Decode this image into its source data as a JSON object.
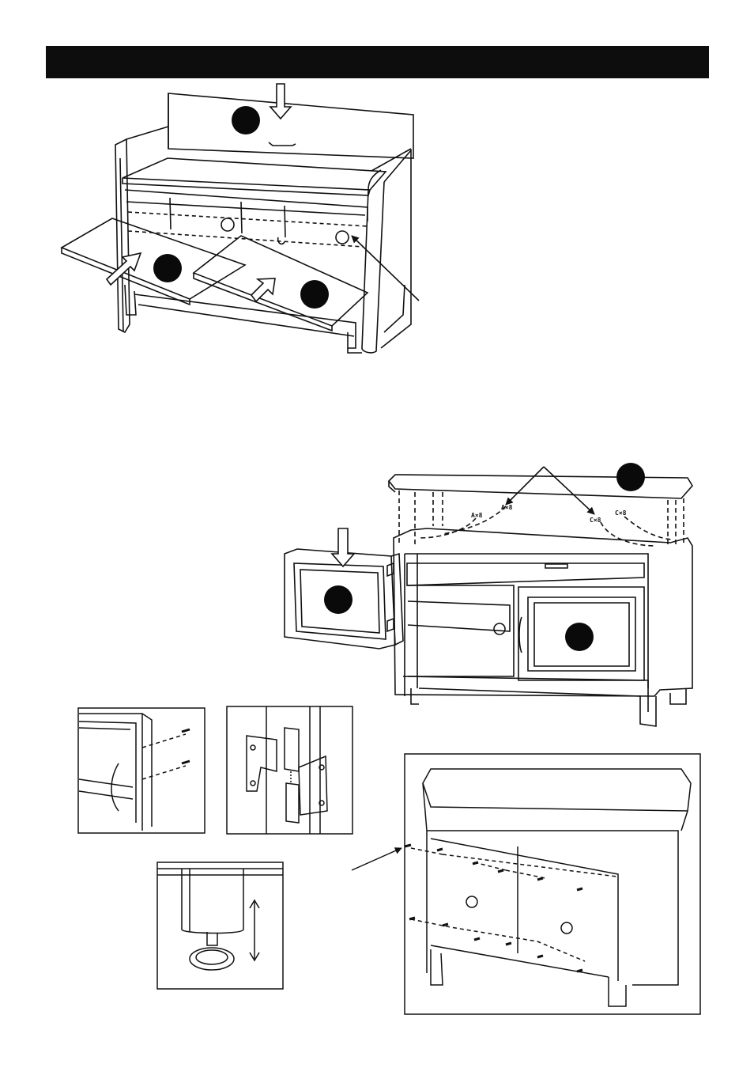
{
  "header": {
    "title": ""
  },
  "hardware_labels": [
    "A×8",
    "A×8",
    "C×8",
    "C×8"
  ],
  "callouts": {
    "step1_back_panel": "",
    "step1_shelf_left": "",
    "step1_shelf_right": "",
    "step2_top": "",
    "step2_left_door": "",
    "step2_right_door": ""
  },
  "colors": {
    "ink": "#111111",
    "paper": "#ffffff",
    "callout": "#0a0a0a"
  },
  "icons": [
    "arrow-down-icon",
    "arrow-diagonal-icon",
    "screw-icon",
    "hinge-icon",
    "leveler-foot-icon",
    "up-down-arrow-icon"
  ]
}
